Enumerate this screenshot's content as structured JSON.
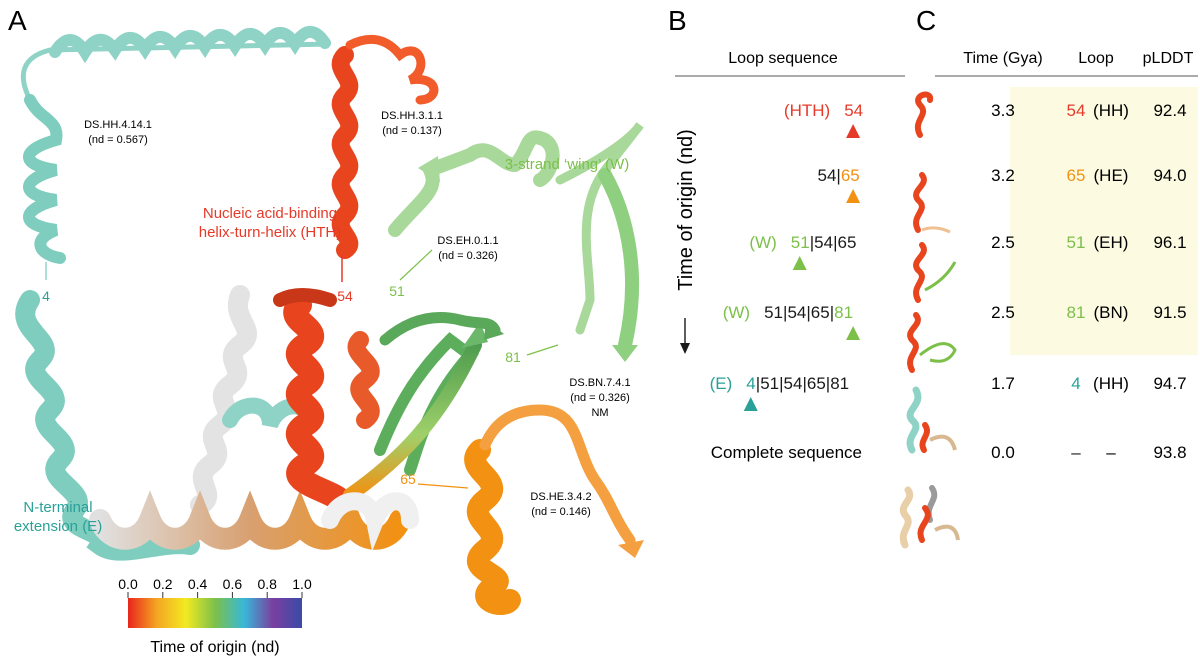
{
  "panels": {
    "a": "A",
    "b": "B",
    "c": "C"
  },
  "colors": {
    "teal": "#2aa198",
    "teal_light": "#8fd3c7",
    "red": "#e53a2a",
    "orange": "#f29112",
    "green": "#7cc04a",
    "green_dark": "#4e9c4e",
    "green_light": "#a8d89a",
    "grey": "#dcdcdc",
    "highlight": "#fdfae2"
  },
  "structure": {
    "fragments": [
      {
        "id": "DS.HH.4.14.1",
        "nd": "(nd = 0.567)",
        "loop": "4"
      },
      {
        "id": "DS.HH.3.1.1",
        "nd": "(nd = 0.137)",
        "loop": "54"
      },
      {
        "id": "DS.EH.0.1.1",
        "nd": "(nd = 0.326)",
        "loop": "51"
      },
      {
        "id": "DS.BN.7.4.1",
        "nd": "(nd = 0.326)",
        "extra": "NM",
        "loop": "81"
      },
      {
        "id": "DS.HE.3.4.2",
        "nd": "(nd = 0.146)",
        "loop": "65"
      }
    ],
    "labels": {
      "hth_1": "Nucleic acid-binding",
      "hth_2": "helix-turn-helix (HTH)",
      "wing": "3-strand ‘wing’ (W)",
      "ext_1": "N-terminal",
      "ext_2": "extension (E)"
    },
    "colorbar": {
      "ticks": [
        "0.0",
        "0.2",
        "0.4",
        "0.6",
        "0.8",
        "1.0"
      ],
      "title": "Time of origin (nd)",
      "stops": [
        "#e8261c",
        "#f5a623",
        "#f2ea20",
        "#7cc04a",
        "#38b8d8",
        "#7a3fa0",
        "#3b4aa8"
      ]
    }
  },
  "table": {
    "headers": {
      "loop_sequence": "Loop sequence",
      "time": "Time (Gya)",
      "loop": "Loop",
      "plddt": "pLDDT"
    },
    "axis_label": "Time of origin (nd)",
    "rows": [
      {
        "tag": "(HTH)",
        "seq": [
          "54"
        ],
        "new": 0,
        "time": "3.3",
        "loop_num": "54",
        "loop_type": "(HH)",
        "plddt": "92.4",
        "color": "#e53a2a"
      },
      {
        "tag": "",
        "seq": [
          "54",
          "65"
        ],
        "new": 1,
        "time": "3.2",
        "loop_num": "65",
        "loop_type": "(HE)",
        "plddt": "94.0",
        "color": "#f29112"
      },
      {
        "tag": "(W)",
        "seq": [
          "51",
          "54",
          "65"
        ],
        "new": 0,
        "time": "2.5",
        "loop_num": "51",
        "loop_type": "(EH)",
        "plddt": "96.1",
        "color": "#7cc04a"
      },
      {
        "tag": "(W)",
        "seq": [
          "51",
          "54",
          "65",
          "81"
        ],
        "new": 3,
        "time": "2.5",
        "loop_num": "81",
        "loop_type": "(BN)",
        "plddt": "91.5",
        "color": "#7cc04a"
      },
      {
        "tag": "(E)",
        "seq": [
          "4",
          "51",
          "54",
          "65",
          "81"
        ],
        "new": 0,
        "time": "1.7",
        "loop_num": "4",
        "loop_type": "(HH)",
        "plddt": "94.7",
        "color": "#2aa198"
      },
      {
        "tag": "Complete sequence",
        "seq": [],
        "new": -1,
        "time": "0.0",
        "loop_num": "–",
        "loop_type": "–",
        "plddt": "93.8",
        "color": "#1a1a1a"
      }
    ]
  }
}
